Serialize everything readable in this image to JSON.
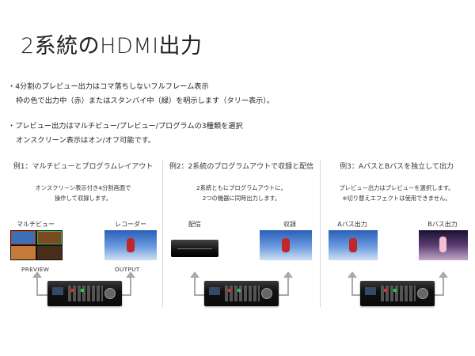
{
  "title": "2系統のHDMI出力",
  "bullets": [
    {
      "line1": "4分割のプレビュー出力はコマ落ちしないフルフレーム表示",
      "line2": "枠の色で出力中（赤）またはスタンバイ中（緑）を明示します（タリー表示）。"
    },
    {
      "line1": "プレビュー出力はマルチビュー/プレビュー/プログラムの3種類を選択",
      "line2": "オンスクリーン表示はオン/オフ可能です。"
    }
  ],
  "panels": [
    {
      "title": "例1：マルチビューとプログラムレイアウト",
      "desc": [
        "オンスクリーン表示付き4分割画面で",
        "操作して収録します。"
      ],
      "left_label": "マルチビュー",
      "right_label": "レコーダー",
      "left_sub": "PREVIEW",
      "right_sub": "OUTPUT"
    },
    {
      "title": "例2：2系統のプログラムアウトで収録と配信",
      "desc": [
        "2系統ともにプログラムアウトに。",
        "2つの機器に同時出力します。"
      ],
      "left_label": "配信",
      "right_label": "収録"
    },
    {
      "title": "例3：AバスとBバスを独立して出力",
      "desc": [
        "プレビュー出力はプレビューを選択します。",
        "※切り替えエフェクトは使用できません。"
      ],
      "left_label": "Aバス出力",
      "right_label": "Bバス出力"
    }
  ],
  "colors": {
    "arrow": "#a9a9a9",
    "separator": "#d8d8d8",
    "tally_red": "#d83030",
    "tally_green": "#2fbf4a"
  }
}
